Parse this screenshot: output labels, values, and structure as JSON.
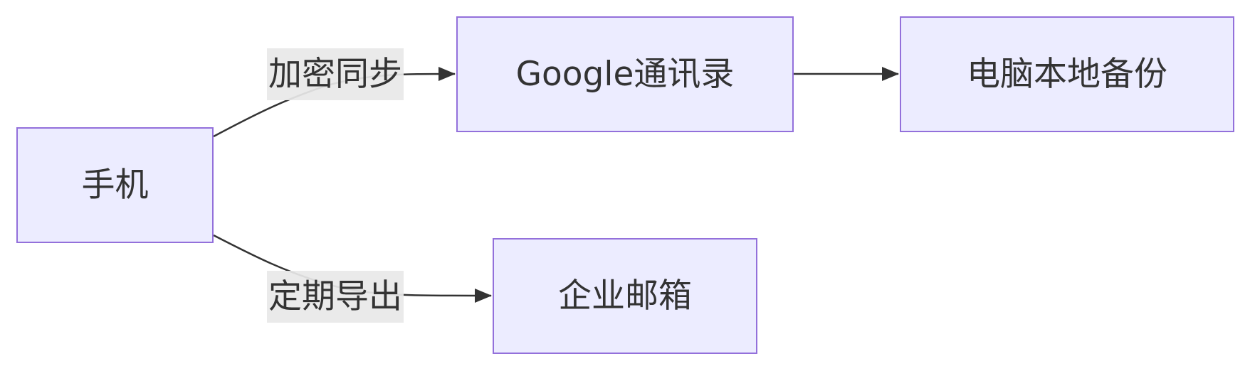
{
  "diagram": {
    "nodes": {
      "phone": "手机",
      "google_contacts": "Google通讯录",
      "local_backup": "电脑本地备份",
      "enterprise_mail": "企业邮箱"
    },
    "edges": {
      "sync_label": "加密同步",
      "export_label": "定期导出"
    },
    "colors": {
      "node_fill": "#ececff",
      "node_border": "#9370db",
      "edge": "#333333",
      "label_bg": "#e8e8e8",
      "text": "#333333"
    }
  }
}
